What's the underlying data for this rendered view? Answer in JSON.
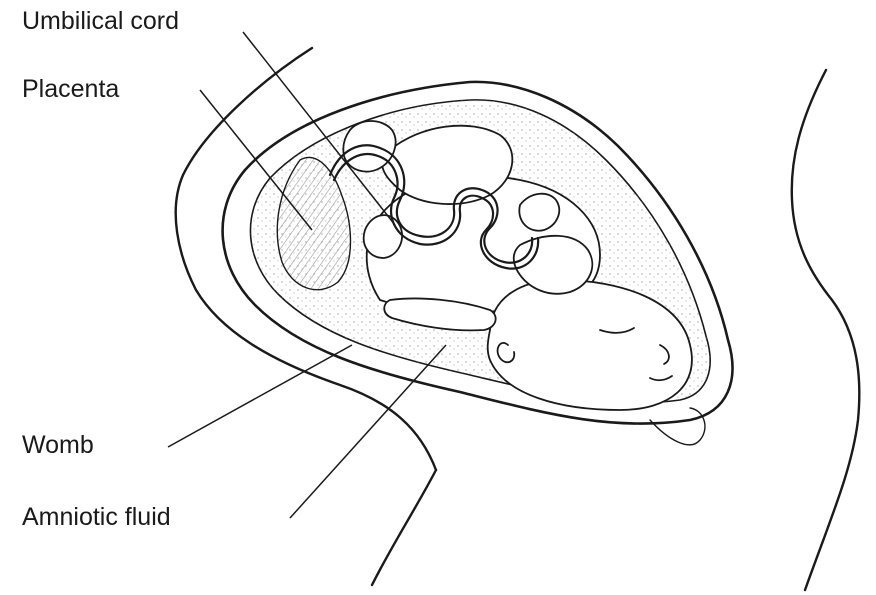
{
  "diagram": {
    "labels": {
      "umbilical_cord": "Umbilical cord",
      "placenta": "Placenta",
      "womb": "Womb",
      "amniotic_fluid": "Amniotic fluid"
    },
    "colors": {
      "ink": "#1a1a1a",
      "background": "#ffffff",
      "fluid_shading": "#d9d9d9",
      "placenta_shading": "#bdbdbd"
    }
  }
}
